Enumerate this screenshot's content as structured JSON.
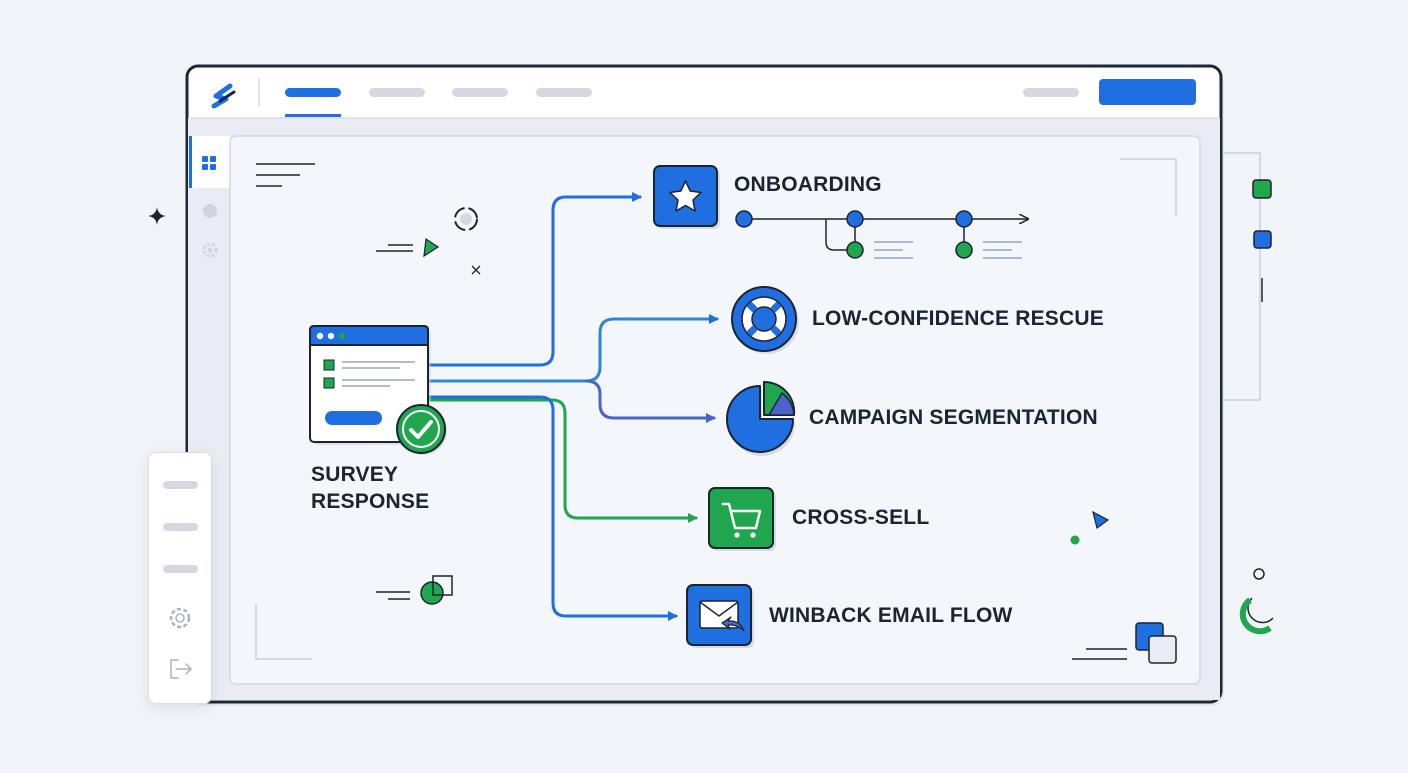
{
  "source": {
    "label": "SURVEY RESPONSE"
  },
  "destinations": [
    {
      "label": "ONBOARDING",
      "icon": "star-icon"
    },
    {
      "label": "LOW-CONFIDENCE RESCUE",
      "icon": "lifebuoy-icon"
    },
    {
      "label": "CAMPAIGN SEGMENTATION",
      "icon": "pie-chart-icon"
    },
    {
      "label": "CROSS-SELL",
      "icon": "shopping-cart-icon"
    },
    {
      "label": "WINBACK EMAIL FLOW",
      "icon": "envelope-reply-icon"
    }
  ],
  "colors": {
    "blue": "#1f6fe0",
    "green": "#20a64f",
    "indigo": "#4c63cf",
    "dark": "#1c2430",
    "frame": "#1e2735"
  }
}
